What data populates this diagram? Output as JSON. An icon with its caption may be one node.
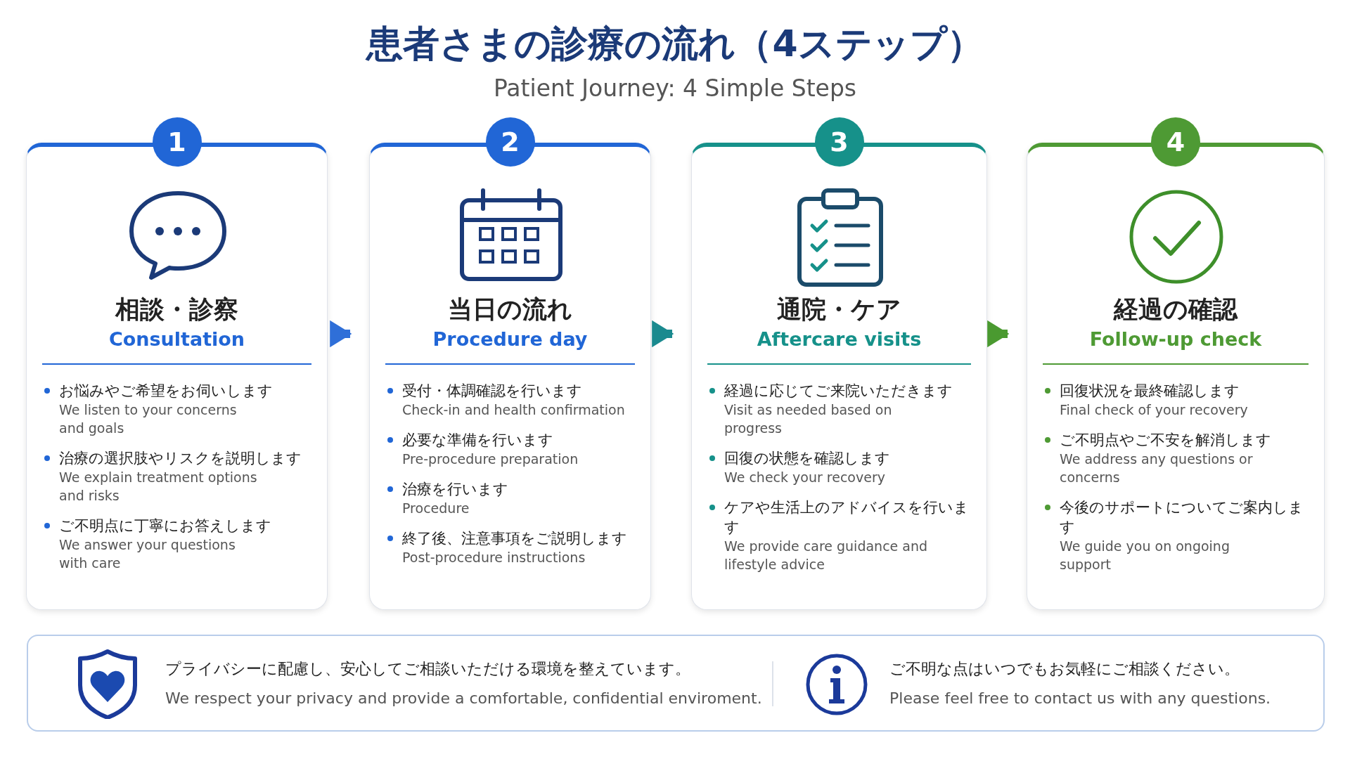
{
  "diagram": {
    "title": "患者さまの診療の流れ（4ステップ）",
    "caption": "Patient Journey: 4 Simple Steps",
    "nodes": [
      {
        "text": [
          "1",
          "相談・診察",
          "Consultation",
          "お悩みやご希望をお伺いします",
          "We listen to your concerns and goals",
          "治療の選択肢やリスクを説明します",
          "We explain treatment options and risks",
          "ご不明点に丁寧にお答えします",
          "We answer your questions with care"
        ]
      },
      {
        "text": [
          "2",
          "当日の流れ",
          "Procedure day",
          "受付・体調確認を行います",
          "Check-in and health confirmation",
          "必要な準備を行います",
          "Pre-procedure preparation",
          "治療を行います",
          "Procedure",
          "終了後、注意事項をご説明します",
          "Post-procedure instructions"
        ]
      },
      {
        "text": [
          "3",
          "通院・ケア",
          "Aftercare visits",
          "経過に応じてご来院いただきます",
          "Visit as needed based on progress",
          "回復の状態を確認します",
          "We check your recovery",
          "ケアや生活上のアドバイスを行います",
          "We provide care guidance and lifestyle advice"
        ]
      },
      {
        "text": [
          "4",
          "経過の確認",
          "Follow-up check",
          "回復状況を最終確認します",
          "Final check of your recovery",
          "ご不明点やご不安を解消します",
          "We address any questions or concerns",
          "今後のサポートについてご案内します",
          "We guide you on ongoing support"
        ]
      },
      {
        "text": [
          "プライバシーに配慮し、安心してご相談いただける環境を整えています。",
          "We respect your privacy and provide a comfortable, confidential enviroment.",
          "ご不明な点はいつでもお気軽にご相談ください。",
          "Please feel free to contact us with any questions."
        ]
      }
    ],
    "edges": [
      {
        "from": 0,
        "to": 1,
        "arrow": "to",
        "color": "#2f6fd8"
      },
      {
        "from": 1,
        "to": 2,
        "arrow": "to",
        "color": "#1a8a8f"
      },
      {
        "from": 2,
        "to": 3,
        "arrow": "to",
        "color": "#4a9a30"
      }
    ]
  }
}
